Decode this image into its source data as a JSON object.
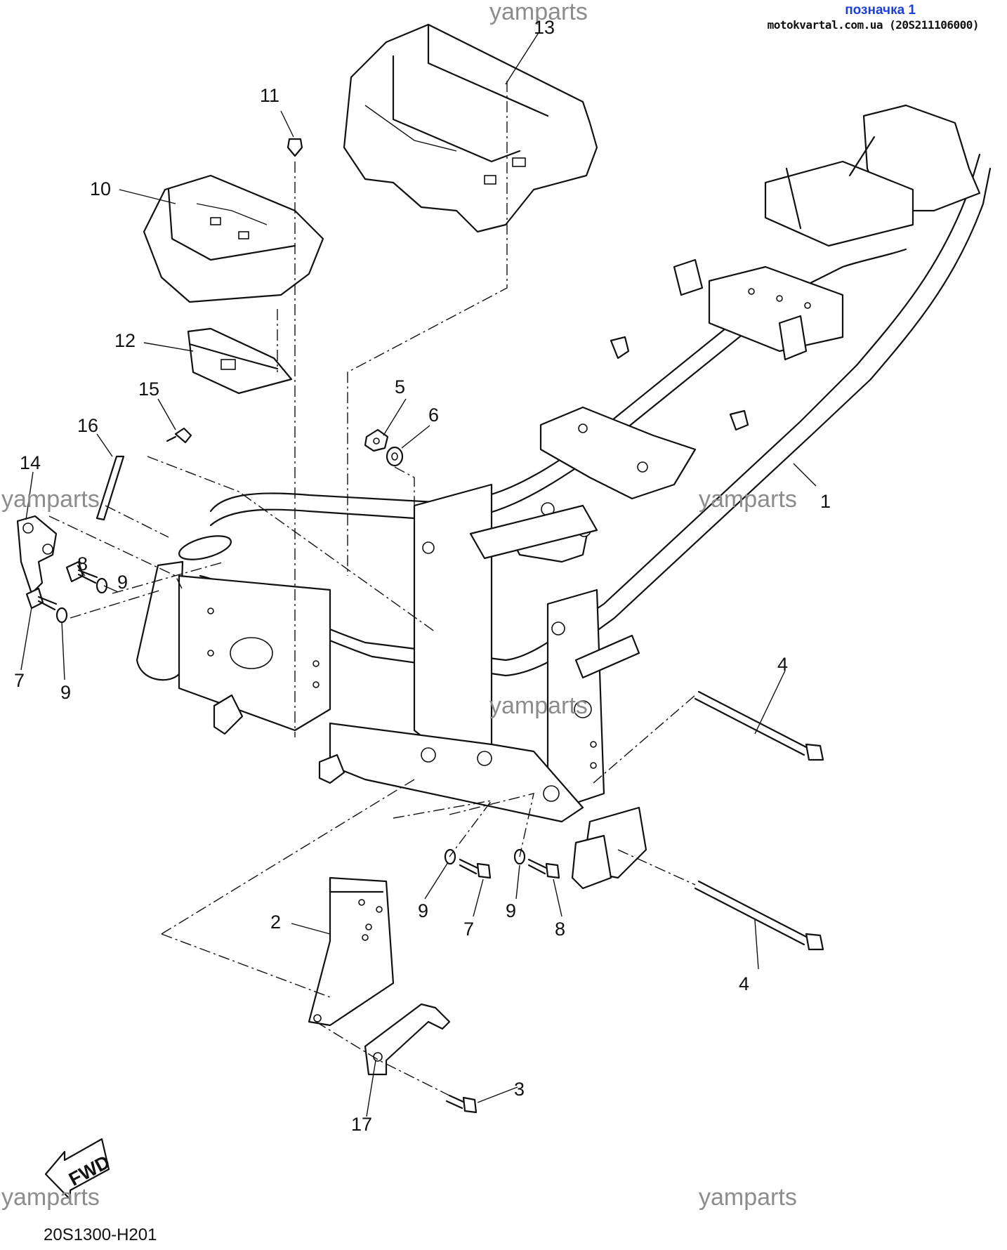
{
  "header": {
    "link_label": "позначка 1",
    "site_label": "motokvartal.com.ua (20S211106000)"
  },
  "watermark_text": "yamparts",
  "diagram_code": "20S1300-H201",
  "fwd_label": "FWD",
  "callouts": {
    "c1": "1",
    "c2": "2",
    "c3": "3",
    "c4a": "4",
    "c4b": "4",
    "c5": "5",
    "c6": "6",
    "c7a": "7",
    "c7b": "7",
    "c8a": "8",
    "c8b": "8",
    "c9a": "9",
    "c9b": "9",
    "c9c": "9",
    "c9d": "9",
    "c10": "10",
    "c11": "11",
    "c12": "12",
    "c13": "13",
    "c14": "14",
    "c15": "15",
    "c16": "16",
    "c17": "17"
  },
  "colors": {
    "line": "#111111",
    "watermark": "#8c8c8c",
    "link": "#1e3fd6"
  }
}
